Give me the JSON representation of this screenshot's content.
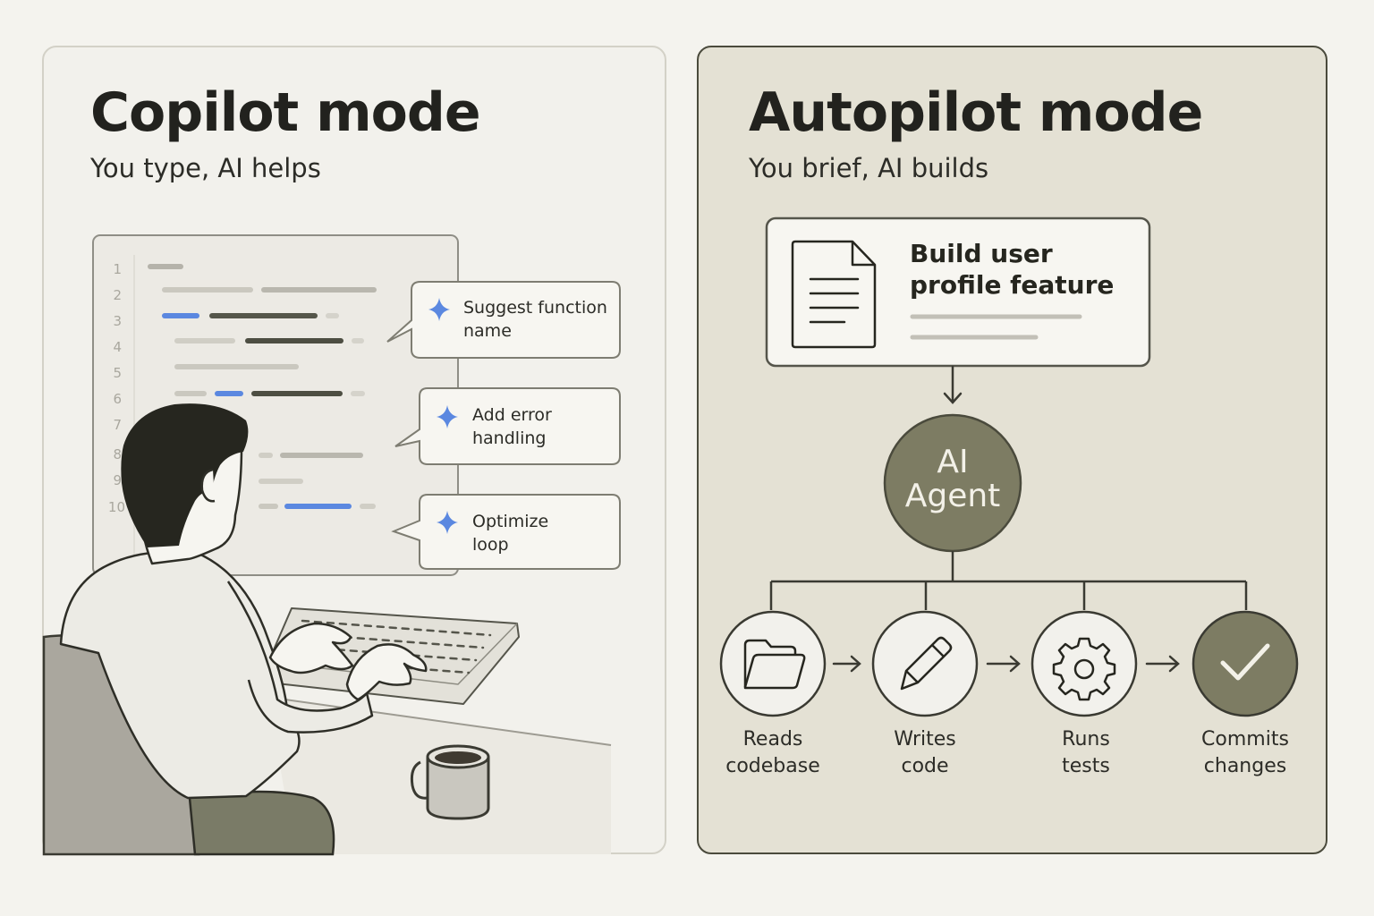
{
  "copilot": {
    "title": "Copilot mode",
    "subtitle": "You type, AI helps",
    "line_numbers": [
      "1",
      "2",
      "3",
      "4",
      "5",
      "6",
      "7",
      "8",
      "9",
      "10"
    ],
    "suggestions": [
      {
        "line1": "Suggest function",
        "line2": "name"
      },
      {
        "line1": "Add error",
        "line2": "handling"
      },
      {
        "line1": "Optimize",
        "line2": "loop"
      }
    ]
  },
  "autopilot": {
    "title": "Autopilot mode",
    "subtitle": "You brief, AI builds",
    "brief": {
      "line1": "Build user",
      "line2": "profile feature"
    },
    "agent": {
      "line1": "AI",
      "line2": "Agent"
    },
    "steps": [
      {
        "line1": "Reads",
        "line2": "codebase",
        "icon": "folder-icon"
      },
      {
        "line1": "Writes",
        "line2": "code",
        "icon": "pencil-icon"
      },
      {
        "line1": "Runs",
        "line2": "tests",
        "icon": "gear-icon"
      },
      {
        "line1": "Commits",
        "line2": "changes",
        "icon": "checkmark-icon"
      }
    ]
  },
  "colors": {
    "page_background": "#f4f3ee",
    "copilot_panel": "#f2f1ec",
    "autopilot_panel": "#e4e1d4",
    "accent_blue": "#5b88e0",
    "olive": "#7d7c63",
    "ink": "#22221e"
  }
}
